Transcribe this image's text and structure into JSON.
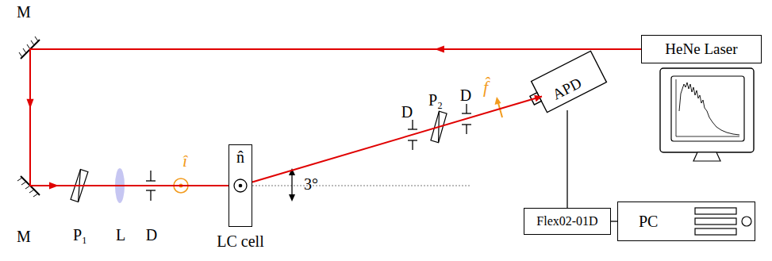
{
  "diagram": {
    "nodes": [
      {
        "text": [
          "HeNe Laser"
        ]
      },
      {
        "text": [
          "n̂",
          "LC cell"
        ]
      },
      {
        "text": [
          "APD"
        ]
      },
      {
        "text": [
          "Flex02-01D"
        ]
      },
      {
        "text": [
          "PC"
        ]
      }
    ],
    "edges": [
      {
        "from": 0,
        "to": 1,
        "arrow": "to"
      },
      {
        "from": 1,
        "to": 2,
        "arrow": "to"
      },
      {
        "from": 2,
        "to": 3,
        "arrow": "none"
      },
      {
        "from": 3,
        "to": 4,
        "arrow": "none"
      }
    ],
    "labels": [
      "M",
      "M",
      "P₁",
      "L",
      "D",
      "î",
      "3°",
      "D",
      "P₂",
      "D",
      "f̂"
    ]
  }
}
